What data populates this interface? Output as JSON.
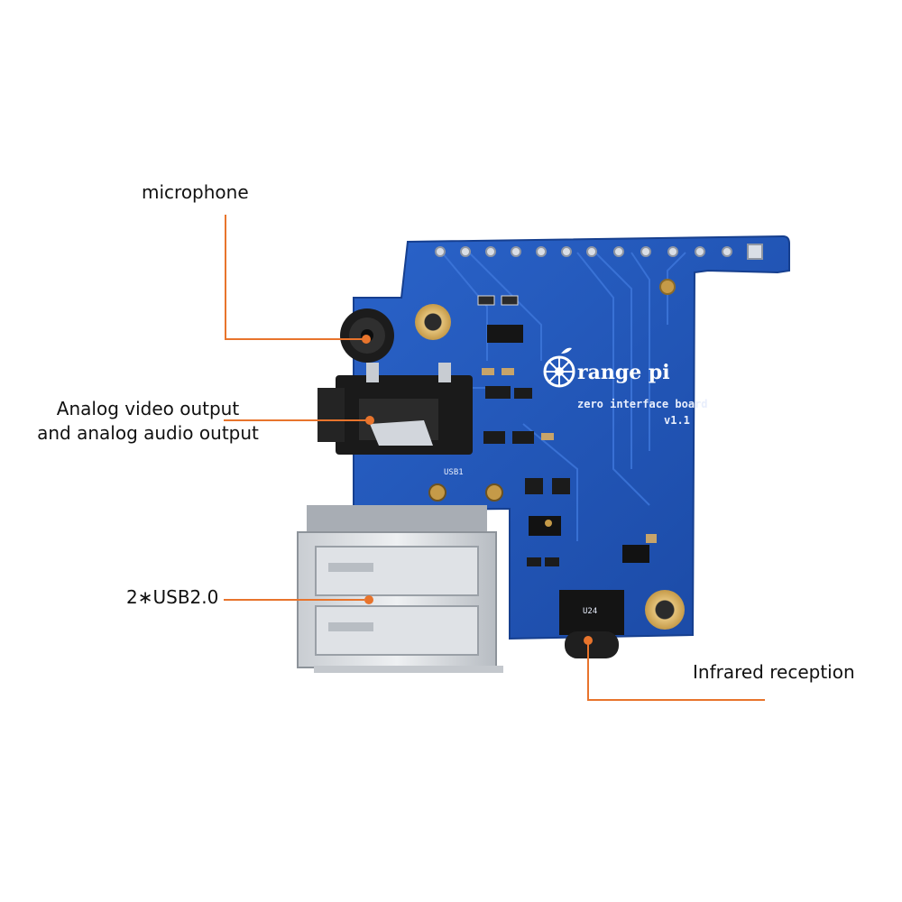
{
  "callouts": {
    "microphone": "microphone",
    "av_line1": "Analog video output",
    "av_line2": "and analog audio output",
    "usb": "2∗USB2.0",
    "infrared": "Infrared reception"
  },
  "board": {
    "brand": "range  pi",
    "subtitle": "zero interface board",
    "version": "v1.1",
    "usb_ref": "USB1",
    "ir_ref": "U24"
  },
  "colors": {
    "callout_line": "#e8742c",
    "pcb": "#1f54b8",
    "text": "#111111"
  },
  "icons": {
    "brand_logo": "gear-logo-icon"
  }
}
